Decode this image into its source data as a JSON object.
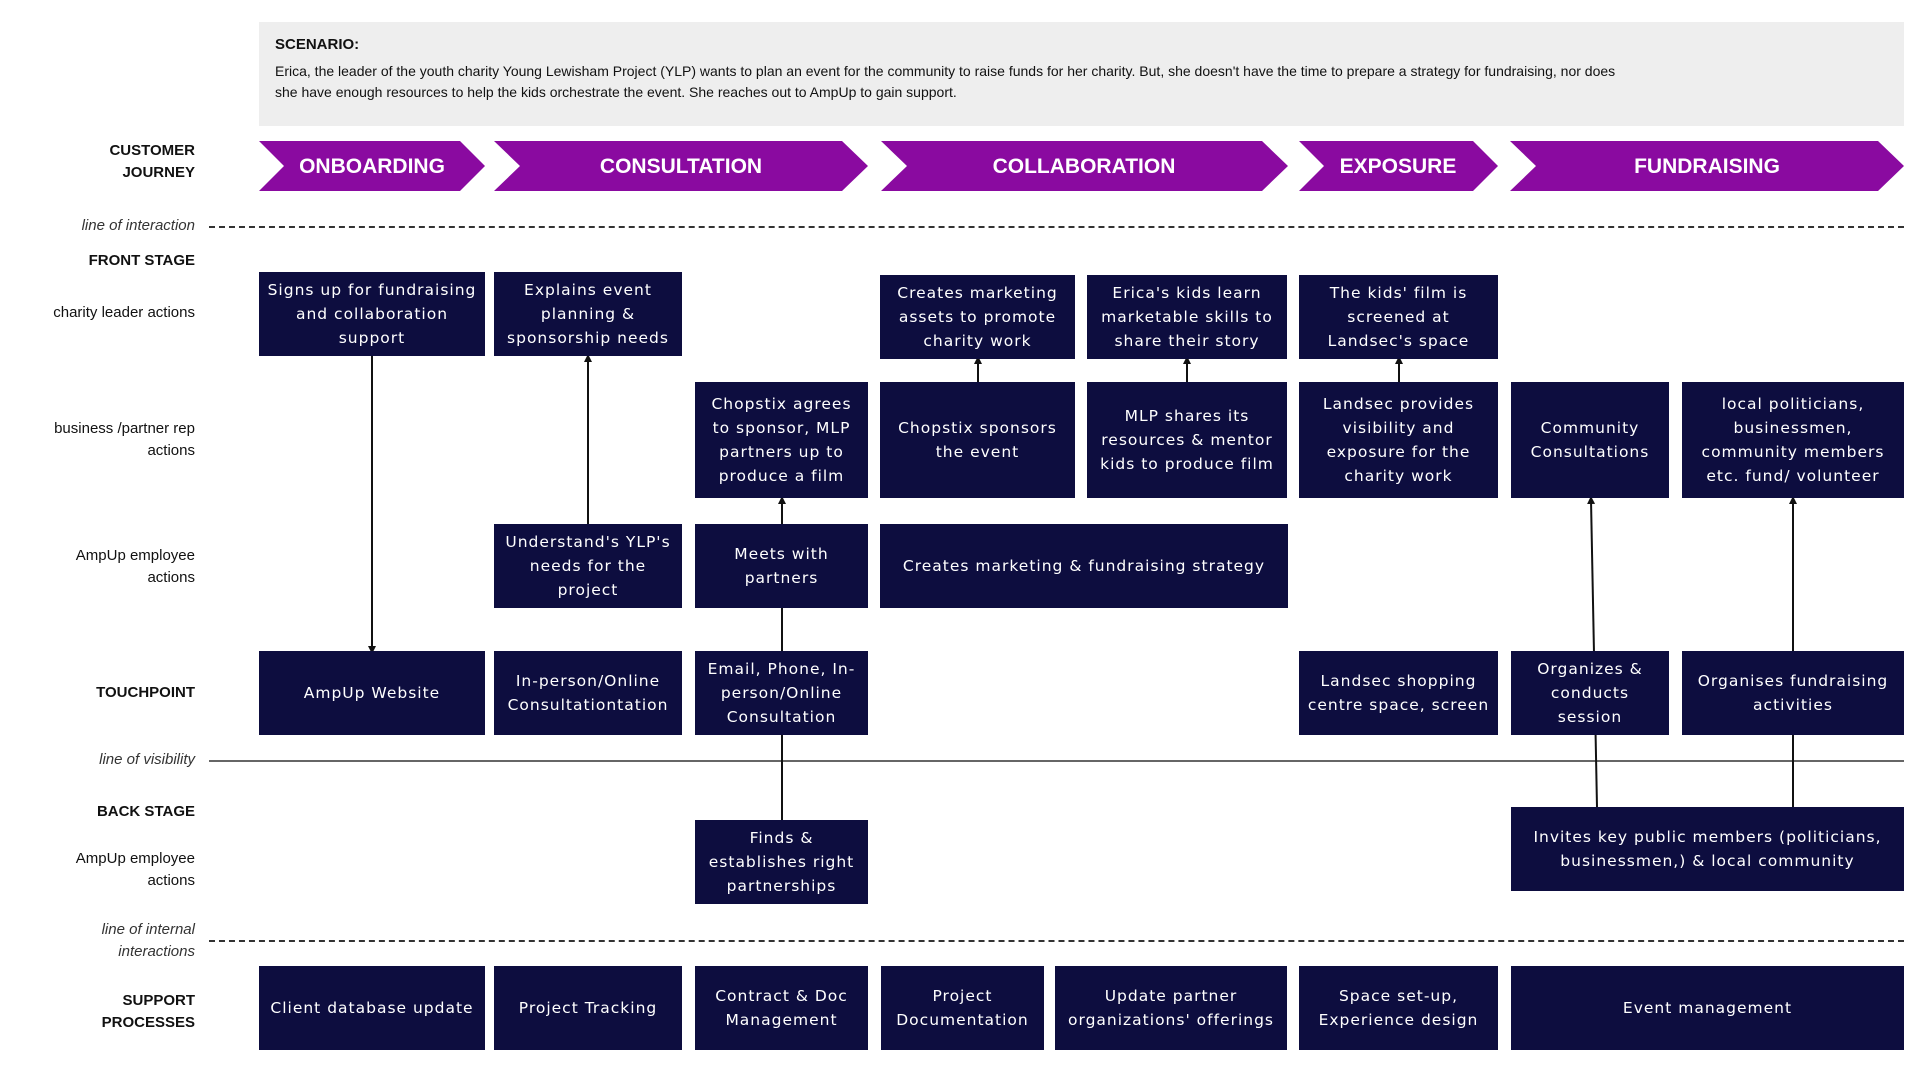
{
  "scenario": {
    "title": "SCENARIO:",
    "line1": "Erica, the leader of the youth charity Young Lewisham Project (YLP) wants to plan an event for the community to raise funds for her charity. But, she doesn't have the time to prepare a strategy for fundraising, nor does",
    "line2": "she have enough resources to help the kids orchestrate the event. She reaches out to AmpUp to gain support."
  },
  "row_labels": {
    "journey_1": "CUSTOMER",
    "journey_2": "JOURNEY",
    "line_interaction": "line of interaction",
    "front_stage": "FRONT STAGE",
    "charity_leader": "charity leader actions",
    "partner_1": "business /partner rep",
    "partner_2": "actions",
    "ampup_front_1": "AmpUp employee",
    "ampup_front_2": "actions",
    "touchpoint": "TOUCHPOINT",
    "line_visibility": "line of visibility",
    "back_stage": "BACK STAGE",
    "ampup_back_1": "AmpUp employee",
    "ampup_back_2": "actions",
    "line_internal_1": "line of internal",
    "line_internal_2": "interactions",
    "support_1": "SUPPORT",
    "support_2": "PROCESSES"
  },
  "journey": [
    "ONBOARDING",
    "CONSULTATION",
    "COLLABORATION",
    "EXPOSURE",
    "FUNDRAISING"
  ],
  "charity_leader_actions": [
    "Signs up for fundraising and collaboration support",
    "Explains event planning & sponsorship needs",
    "Creates marketing assets to promote charity work",
    "Erica's kids learn marketable skills to share their story",
    "The kids' film is screened at Landsec's space"
  ],
  "partner_actions": [
    "Chopstix agrees to sponsor, MLP partners up to produce a film",
    "Chopstix sponsors the event",
    "MLP shares its resources & mentor kids to produce film",
    "Landsec provides visibility and exposure for the charity work",
    "Community Consultations",
    "local politicians, businessmen, community members etc. fund/ volunteer"
  ],
  "ampup_front_actions": [
    "Understand's YLP's needs for the project",
    "Meets with partners",
    "Creates marketing & fundraising strategy"
  ],
  "touchpoints": [
    "AmpUp Website",
    "In-person/Online Consultationtation",
    "Email, Phone, In-person/Online Consultation",
    "Landsec shopping centre space, screen",
    "Organizes & conducts session",
    "Organises fundraising activities"
  ],
  "backstage_actions": [
    "Finds & establishes right partnerships",
    "Invites key public members (politicians, businessmen,) & local community"
  ],
  "support_processes": [
    "Client database update",
    "Project Tracking",
    "Contract & Doc Management",
    "Project Documentation",
    "Update partner organizations' offerings",
    "Space set-up, Experience design",
    "Event management"
  ],
  "colors": {
    "journey_purple": "#8a0aa0",
    "box_navy": "#0d0d3f",
    "scenario_bg": "#eeeeee"
  }
}
